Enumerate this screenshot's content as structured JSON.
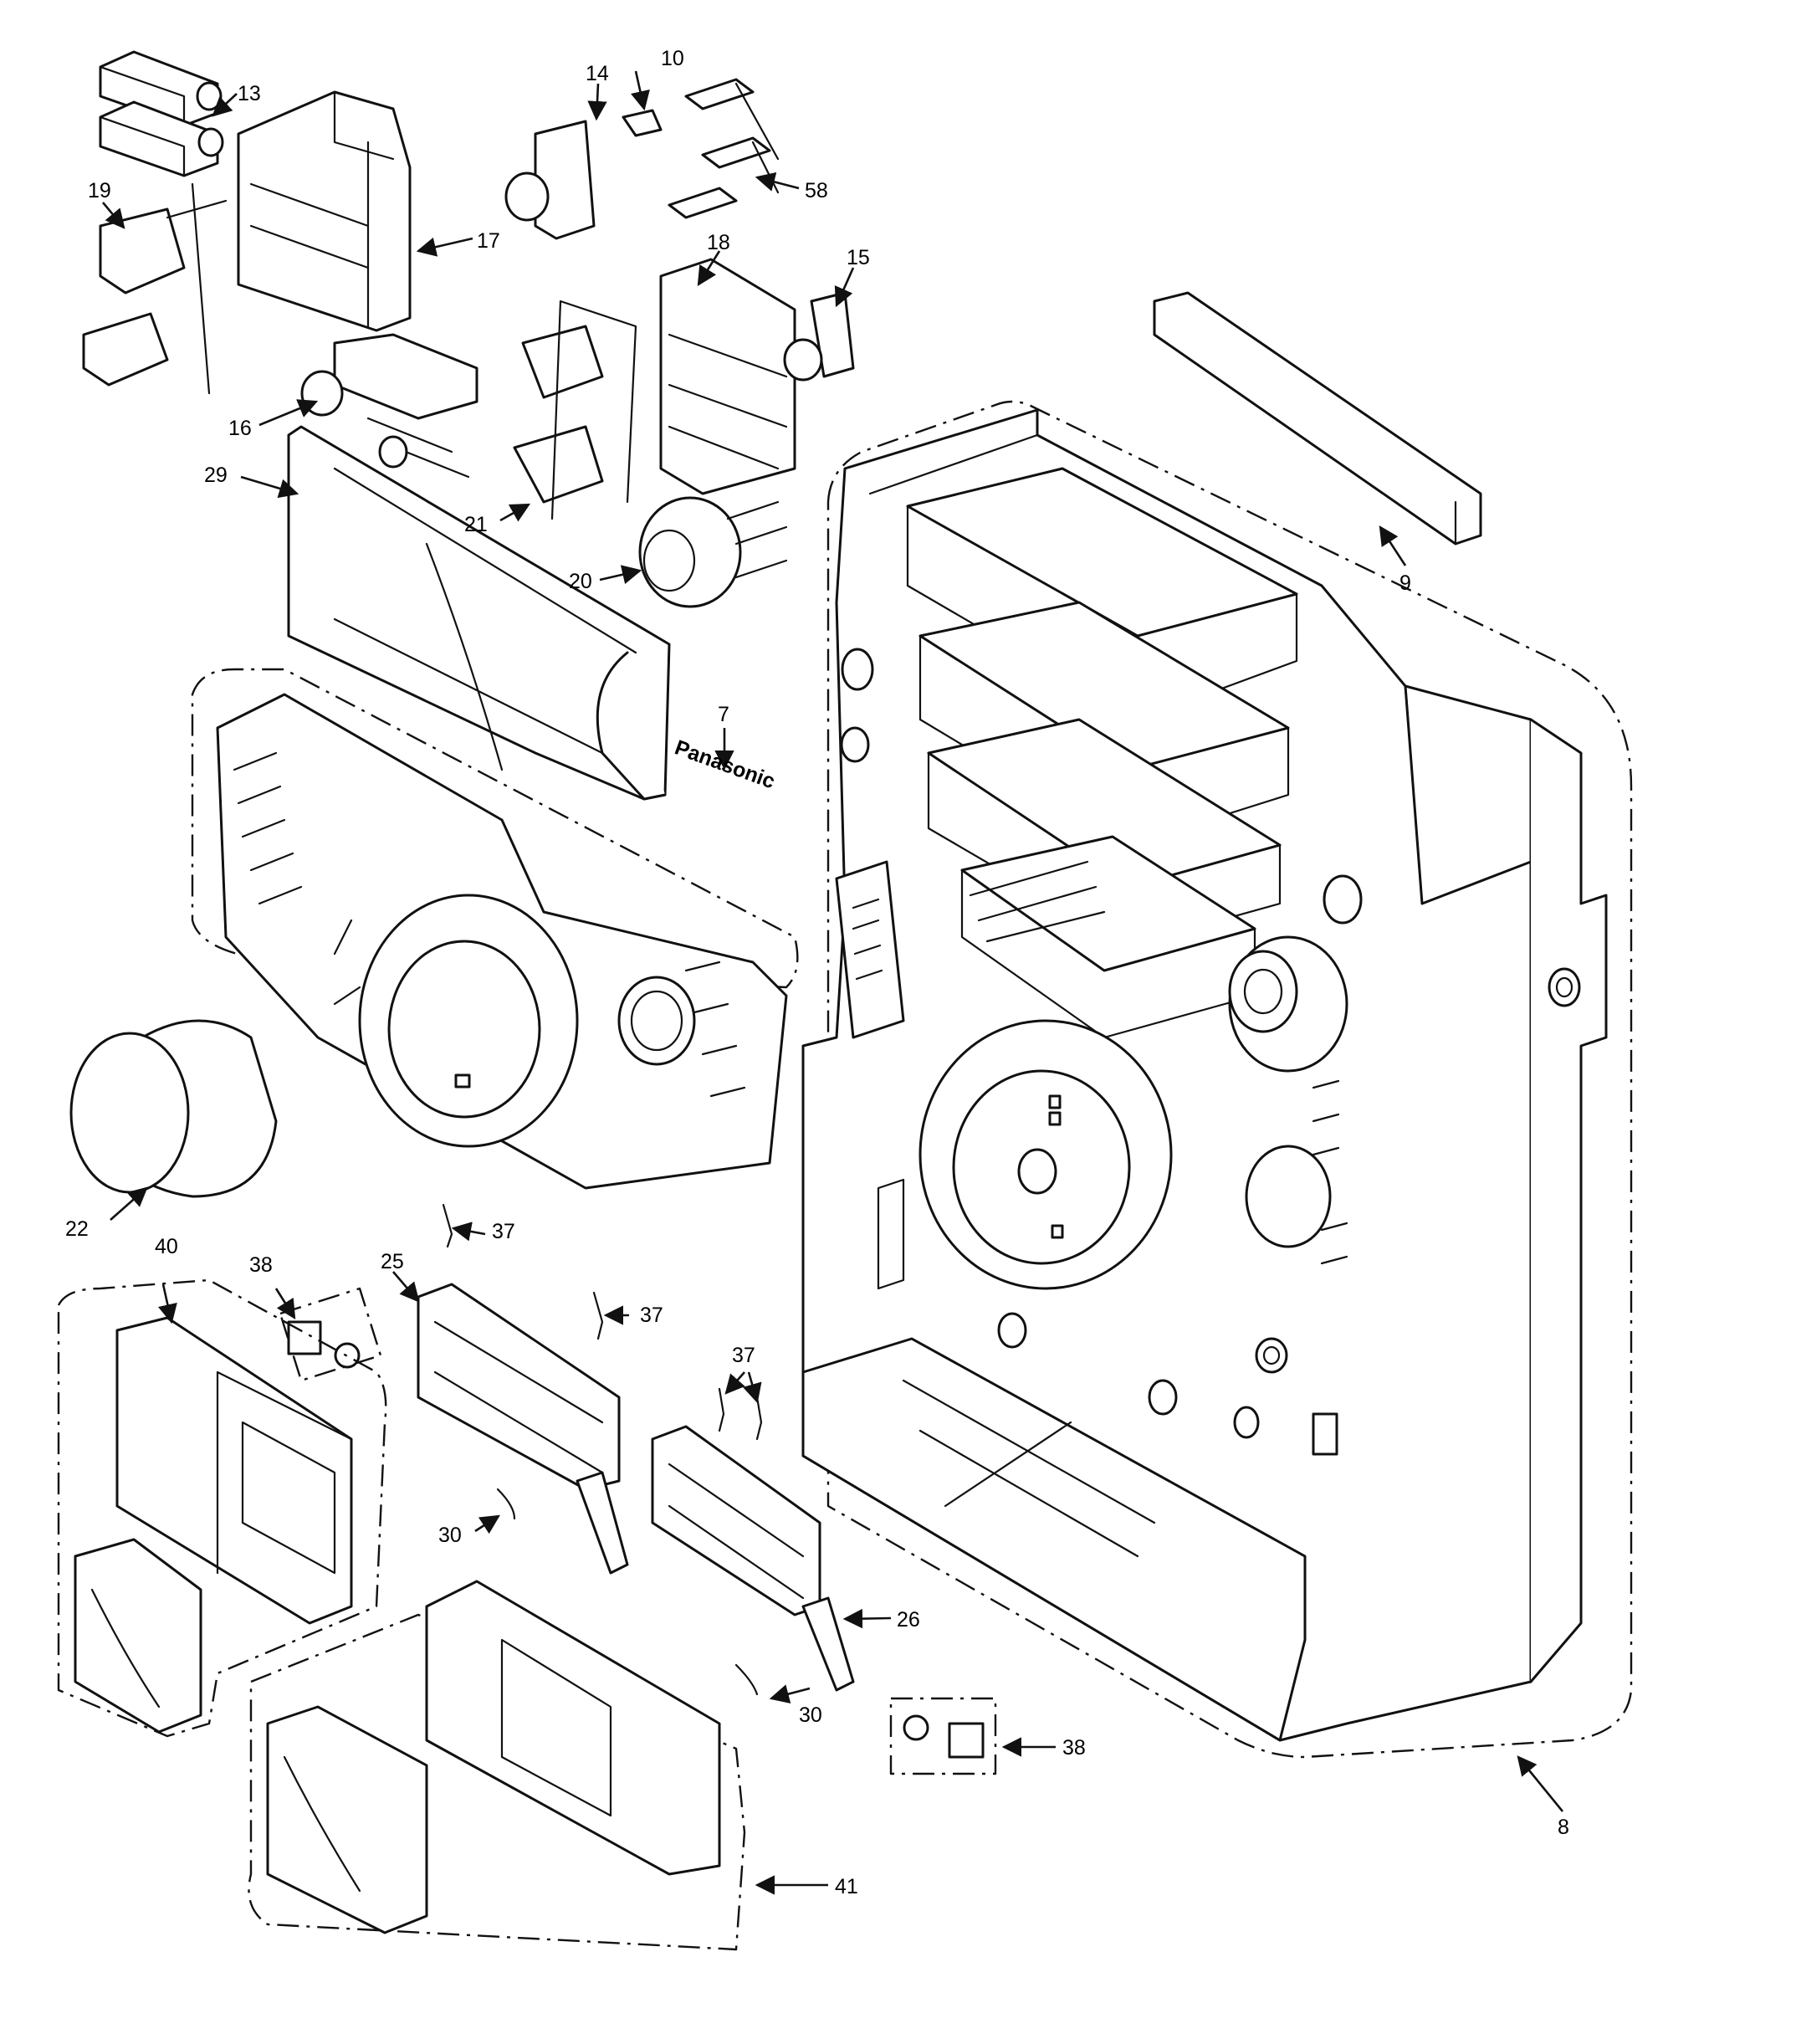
{
  "diagram": {
    "brand_text": "Panasonic",
    "callouts": {
      "c7": "7",
      "c8": "8",
      "c9": "9",
      "c10": "10",
      "c13": "13",
      "c14": "14",
      "c15": "15",
      "c16": "16",
      "c17": "17",
      "c18": "18",
      "c19": "19",
      "c20": "20",
      "c21": "21",
      "c22": "22",
      "c25": "25",
      "c26": "26",
      "c29": "29",
      "c30a": "30",
      "c30b": "30",
      "c37a": "37",
      "c37b": "37",
      "c37c": "37",
      "c38a": "38",
      "c38b": "38",
      "c40": "40",
      "c41": "41",
      "c58": "58"
    }
  }
}
